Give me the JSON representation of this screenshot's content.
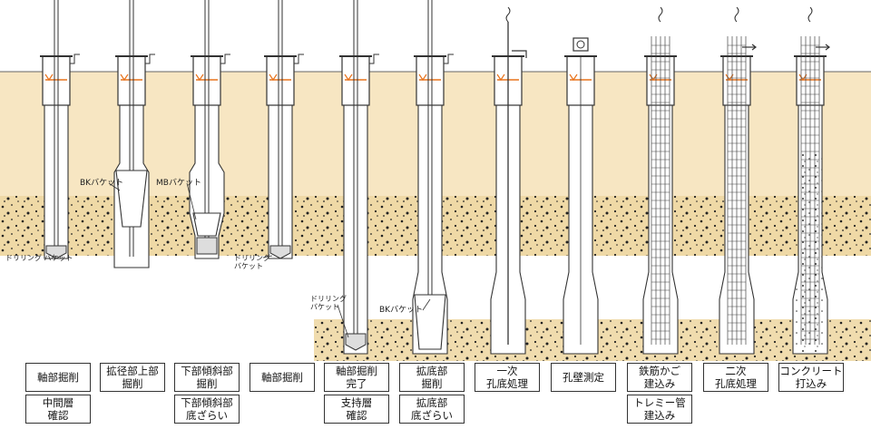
{
  "steps": [
    {
      "label": "軸部掘削",
      "sub": "中間層\n確認"
    },
    {
      "label": "拡径部上部\n掘削",
      "sub": ""
    },
    {
      "label": "下部傾斜部\n掘削",
      "sub": "下部傾斜部\n底ざらい"
    },
    {
      "label": "軸部掘削",
      "sub": ""
    },
    {
      "label": "軸部掘削\n完了",
      "sub": "支持層\n確認"
    },
    {
      "label": "拡底部\n掘削",
      "sub": "拡底部\n底ざらい"
    },
    {
      "label": "一次\n孔底処理",
      "sub": ""
    },
    {
      "label": "孔壁測定",
      "sub": ""
    },
    {
      "label": "鉄筋かご\n建込み",
      "sub": "トレミー管\n建込み"
    },
    {
      "label": "二次\n孔底処理",
      "sub": ""
    },
    {
      "label": "コンクリート\n打込み",
      "sub": ""
    }
  ],
  "callouts": {
    "drilling_bucket_1": "ドリリング\nバケット",
    "bk_bucket_1": "BKバケット",
    "mb_bucket": "MBバケット",
    "drilling_bucket_2": "ドリリング\nバケット",
    "drilling_bucket_3": "ドリリング\nバケット",
    "bk_bucket_2": "BKバケット"
  },
  "colors": {
    "upper_soil": "#f7e6c2",
    "middle_layer": "#efd9a6",
    "bearing_layer": "#f0dcae",
    "casing_mark": "#e8731c",
    "outline": "#333333"
  }
}
